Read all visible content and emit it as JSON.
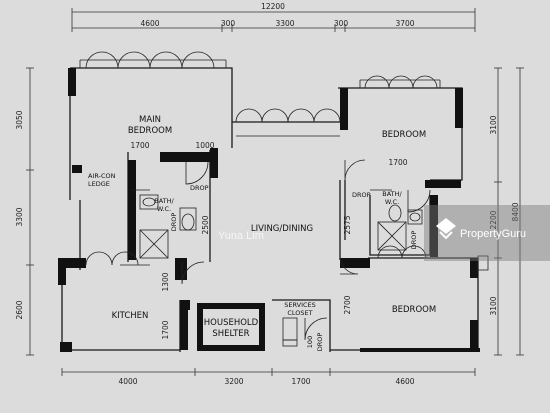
{
  "dimensions": {
    "overall_width": "12200",
    "top": [
      "4600",
      "300",
      "3300",
      "300",
      "3700"
    ],
    "bottom": [
      "4000",
      "3200",
      "1700",
      "4600"
    ],
    "left": [
      "3050",
      "3300",
      "2600"
    ],
    "right": [
      "3100",
      "2200",
      "3100"
    ],
    "right_total": "8400",
    "interior": [
      "1700",
      "1000",
      "1700",
      "2500",
      "1300",
      "1700",
      "2575",
      "2700",
      "100"
    ]
  },
  "rooms": {
    "main_bedroom": [
      "MAIN",
      "BEDROOM"
    ],
    "bedroom_top": "BEDROOM",
    "bedroom_bottom": "BEDROOM",
    "living_dining": "LIVING/DINING",
    "kitchen": "KITCHEN",
    "shelter": [
      "HOUSEHOLD",
      "SHELTER"
    ],
    "air_con": [
      "AIR-CON",
      "LEDGE"
    ],
    "bath_left": [
      "BATH/",
      "W.C."
    ],
    "bath_right": [
      "BATH/",
      "W.C."
    ],
    "services": [
      "SERVICES",
      "CLOSET"
    ],
    "drop": "DROP"
  },
  "watermark": {
    "author": "Yuna Lim",
    "brand": "PropertyGuru"
  }
}
